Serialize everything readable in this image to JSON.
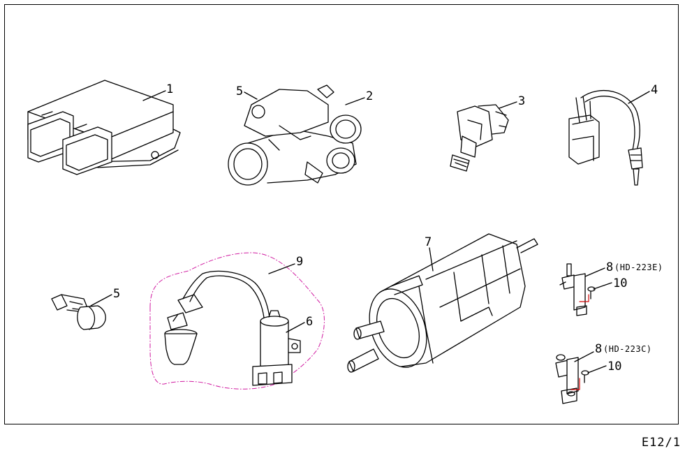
{
  "page_code": "E12/1",
  "colors": {
    "line": "#000000",
    "group_outline": "#d01aa0",
    "ground_wire": "#d00000",
    "paper": "#ffffff"
  },
  "callouts": {
    "c1": "1",
    "c2": "2",
    "c3": "3",
    "c4": "4",
    "c5a": "5",
    "c5b": "5",
    "c6": "6",
    "c7": "7",
    "c8a": "8",
    "c8a_suffix": "(HD-223E)",
    "c8b": "8",
    "c8b_suffix": "(HD-223C)",
    "c9": "9",
    "c10a": "10",
    "c10b": "10"
  },
  "parts": [
    {
      "icon": "ecu-module-icon"
    },
    {
      "icon": "throttle-body-icon"
    },
    {
      "icon": "fuel-injector-icon"
    },
    {
      "icon": "oxygen-sensor-icon"
    },
    {
      "icon": "temperature-sensor-icon"
    },
    {
      "icon": "ignition-coil-icon"
    },
    {
      "icon": "fuel-pump-icon"
    },
    {
      "icon": "tilt-switch-icon"
    },
    {
      "icon": "spark-plug-cap-icon"
    },
    {
      "icon": "screw-icon"
    }
  ]
}
